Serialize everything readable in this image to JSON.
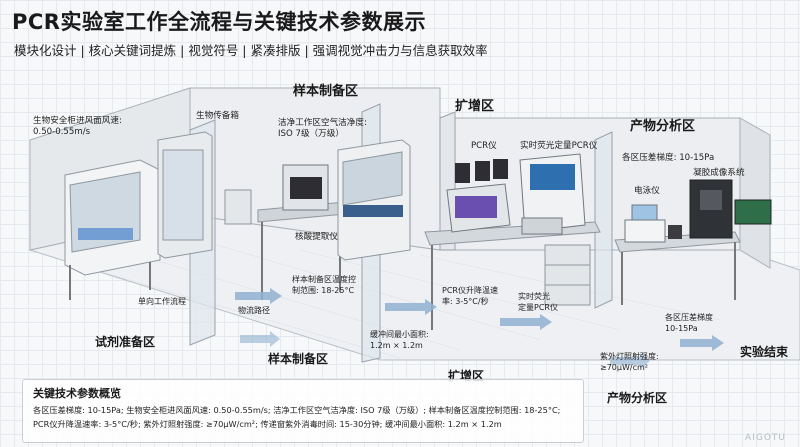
{
  "header": {
    "title": "PCR实验室工作全流程与关键技术参数展示",
    "subtitle": "模块化设计 | 核心关键词提炼 | 视觉符号 | 紧凑排版 | 强调视觉冲击力与信息获取效率"
  },
  "zones_top": {
    "sample_prep": "样本制备区",
    "amplification": "扩增区",
    "analysis": "产物分析区"
  },
  "zones_bottom": {
    "reagent_prep": "试剂准备区",
    "sample_prep": "样本制备区",
    "amplification": "扩增区",
    "analysis": "产物分析区",
    "end": "实验结束"
  },
  "equipment": {
    "biosafety_airflow": "生物安全柜进风面风速:\n0.50-0.55m/s",
    "pass_box": "生物传备箱",
    "cleanliness": "洁净工作区空气洁净度:\nISO 7级（万级）",
    "extractor": "核酸提取仪",
    "pcr": "PCR仪",
    "qpcr": "实时荧光定量PCR仪",
    "pressure_gradient": "各区压差梯度: 10-15Pa",
    "gel_imaging": "凝胶成像系统",
    "electrophoresis": "电泳仪"
  },
  "floor_labels": {
    "one_way_flow": "单向工作流程",
    "material_path": "物流路径",
    "sample_temp": "样本制备区温度控\n制范围: 18-25°C",
    "pcr_ramp": "PCR仪升降温速\n率: 3-5°C/秒",
    "qpcr_floor": "实时荧光\n定量PCR仪",
    "buffer_area": "缓冲间最小面积:\n1.2m × 1.2m",
    "pressure_floor": "各区压差梯度\n10-15Pa",
    "uv_intensity": "紫外灯照射强度:\n≥70μW/cm²"
  },
  "params_panel": {
    "title": "关键技术参数概览",
    "line1": "各区压差梯度: 10-15Pa; 生物安全柜进风面风速: 0.50-0.55m/s; 洁净工作区空气洁净度: ISO 7级（万级）; 样本制备区温度控制范围: 18-25°C;",
    "line2": "PCR仪升降温速率: 3-5°C/秒; 紫外灯照射强度: ≥70μW/cm²; 传递窗紫外消毒时间: 15-30分钟; 缓冲间最小面积: 1.2m × 1.2m"
  },
  "watermark": "AIGOTU",
  "colors": {
    "wall": "#e9ecef",
    "floor": "#eef0f3",
    "partition_glass": "#dfe7ee",
    "arrow": "#7fa3c6",
    "screen": "#6b4fb0",
    "screen_green": "#2e8b57"
  }
}
